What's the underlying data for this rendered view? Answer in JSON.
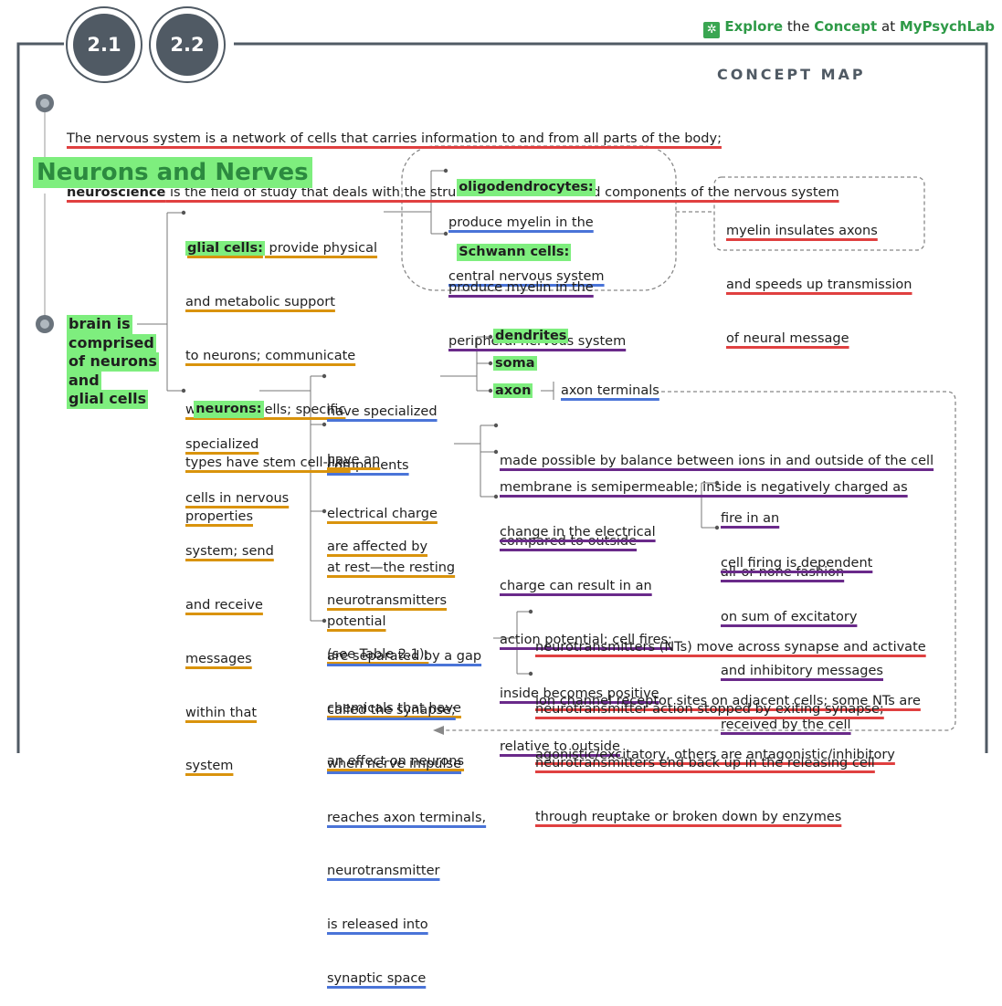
{
  "badges": [
    "2.1",
    "2.2"
  ],
  "header": {
    "explore": "Explore",
    "the": "the",
    "concept": "Concept",
    "at": "at",
    "site": "MyPsychLab"
  },
  "concept_map_label": "CONCEPT MAP",
  "intro": {
    "line1": "The nervous system is a network of cells that carries information to and from all parts of the body;",
    "term": "neuroscience",
    "line2_rest": " is the field of study that deals with the structure of the brain and components of the nervous system"
  },
  "section_title": "Neurons and Nerves",
  "brain": [
    "brain is",
    "comprised",
    "of neurons",
    "and",
    "glial cells"
  ],
  "glial": {
    "term": "glial cells:",
    "lines": [
      " provide physical",
      "and metabolic support",
      "to neurons; communicate",
      "with other cells; specific",
      "types have stem cell-like",
      "properties"
    ]
  },
  "oligo": {
    "term": "oligodendrocytes:",
    "lines": [
      "produce myelin in the",
      "central nervous system"
    ]
  },
  "schwann": {
    "term": "Schwann cells:",
    "lines": [
      "produce myelin in the",
      "peripheral nervous system"
    ]
  },
  "myelin": [
    "myelin insulates axons",
    "and speeds up transmission",
    "of neural message"
  ],
  "neurons": {
    "term": "neurons:",
    "lines": [
      "specialized",
      "cells in nervous",
      "system; send",
      "and receive",
      "messages",
      "within that",
      "system"
    ]
  },
  "components": {
    "lines": [
      "have specialized",
      "components"
    ],
    "items": [
      "dendrites",
      "soma",
      "axon"
    ],
    "axon_terminals": "axon terminals"
  },
  "charge": {
    "lines": [
      "have an",
      "electrical charge",
      "at rest—the resting",
      "potential"
    ]
  },
  "charge_items": {
    "balance": [
      "made possible by balance between ions in and outside of the cell"
    ],
    "membrane": [
      "membrane is semipermeable; inside is negatively charged as",
      "compared to outside"
    ],
    "change": [
      "change in the electrical",
      "charge can result in an",
      "action potential; cell fires;",
      "inside becomes positive",
      "relative to outside"
    ]
  },
  "fire": [
    "fire in an",
    "all-or-none fashion"
  ],
  "dependent": [
    "cell firing is dependent",
    "on sum of excitatory",
    "and inhibitory messages",
    "received by the cell"
  ],
  "affected": [
    "are affected by",
    "neurotransmitters",
    "(see Table 2.1);",
    "chemicals that have",
    "an effect on neurons"
  ],
  "separated": [
    "are separated by a gap",
    "called the synapse;",
    "when nerve impulse",
    "reaches axon terminals,",
    "neurotransmitter",
    "is released into",
    "synaptic space"
  ],
  "nt1": [
    "neurotransmitters (NTs) move across synapse and activate",
    "ion channel receptor sites on adjacent cells; some NTs are",
    "agonistic/excitatory, others are antagonistic/inhibitory"
  ],
  "nt2": [
    "neurotransmitter action stopped by exiting synapse;",
    "neurotransmitters end back up in the releasing cell",
    "through reuptake or broken down by enzymes"
  ],
  "colors": {
    "red": "#e04040",
    "orange": "#d9930c",
    "blue": "#4a74d8",
    "purple": "#6a2a8a",
    "highlight": "#7eee7e",
    "frame": "#505a64"
  }
}
